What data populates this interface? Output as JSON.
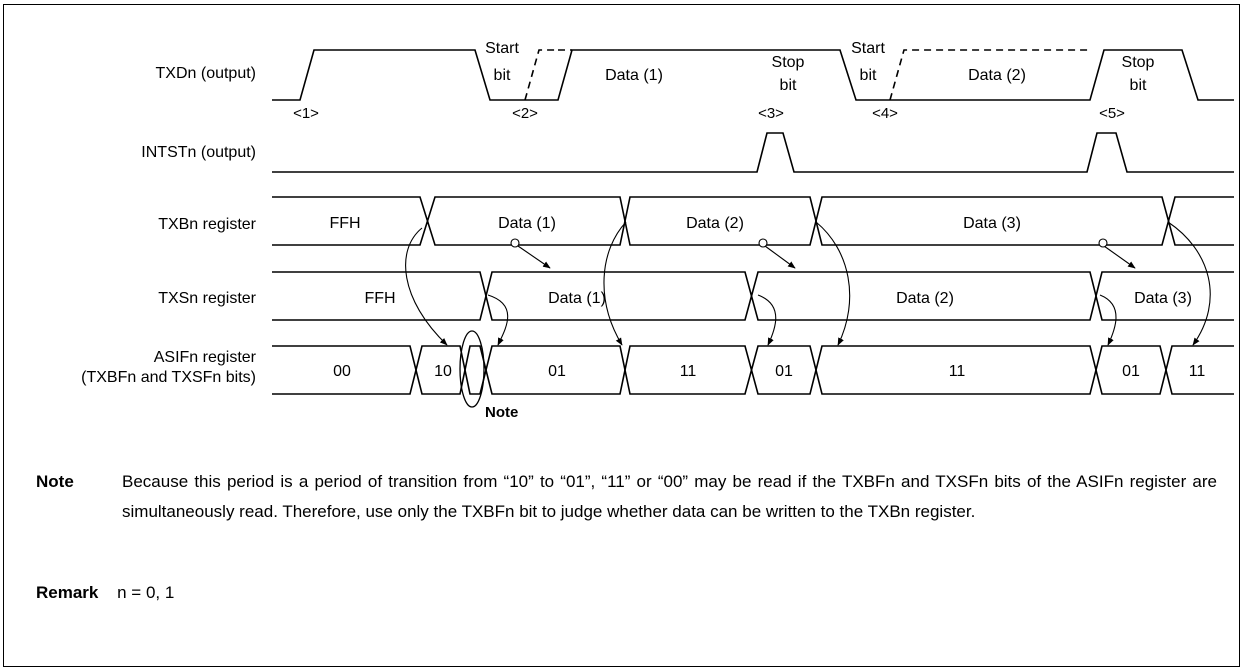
{
  "signals": [
    {
      "id": "txd",
      "label": "TXDn (output)"
    },
    {
      "id": "intst",
      "label": "INTSTn (output)"
    },
    {
      "id": "txb",
      "label": "TXBn register"
    },
    {
      "id": "txs",
      "label": "TXSn register"
    },
    {
      "id": "asif",
      "label_line1": "ASIFn register",
      "label_line2": "(TXBFn and TXSFn bits)"
    }
  ],
  "txd": {
    "start_bit_1": [
      "Start",
      "bit"
    ],
    "data_1": "Data (1)",
    "stop_bit_1": [
      "Stop",
      "bit"
    ],
    "start_bit_2": [
      "Start",
      "bit"
    ],
    "data_2": "Data (2)",
    "stop_bit_2": [
      "Stop",
      "bit"
    ],
    "markers": [
      "<1>",
      "<2>",
      "<3>",
      "<4>",
      "<5>"
    ]
  },
  "txb_values": [
    "FFH",
    "Data (1)",
    "Data (2)",
    "Data (3)"
  ],
  "txs_values": [
    "FFH",
    "Data (1)",
    "Data (2)",
    "Data (3)"
  ],
  "asif_values": [
    "00",
    "10",
    "01",
    "11",
    "01",
    "11",
    "01",
    "11"
  ],
  "diagram_note_label": "Note",
  "note": {
    "label": "Note",
    "text": "Because this period is a period of transition from “10” to “01”, “11” or “00” may be read if the TXBFn and TXSFn bits of the ASIFn register are simultaneously read.  Therefore, use only the TXBFn bit to judge whether data can be written to the TXBn register."
  },
  "remark": {
    "label": "Remark",
    "text": "n = 0, 1"
  }
}
